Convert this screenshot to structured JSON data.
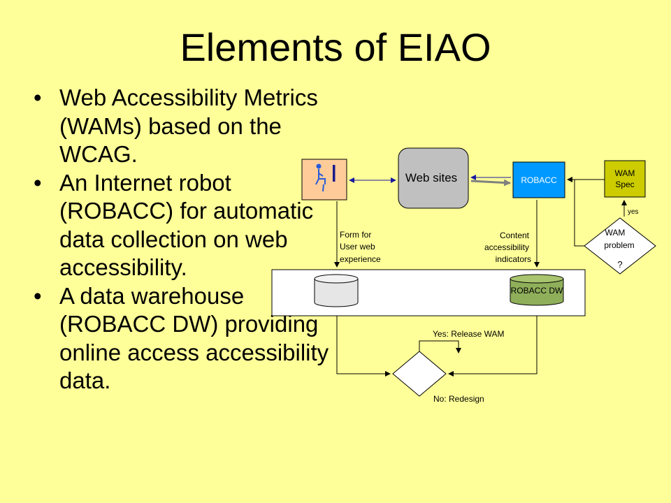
{
  "title": "Elements of EIAO",
  "bullets": [
    " Web Accessibility Metrics (WAMs) based on the WCAG.",
    "An Internet robot (ROBACC) for automatic data collection on web accessibility.",
    "A data warehouse (ROBACC DW) providing online access accessibility data."
  ],
  "diagram": {
    "web_sites": "Web sites",
    "robacc": "ROBACC",
    "wam_spec": [
      "WAM",
      "Spec"
    ],
    "wam_problem": [
      "WAM",
      "problem",
      "?"
    ],
    "yes": "yes",
    "form_label": [
      "Form for",
      "User web",
      "experience"
    ],
    "content_label": [
      "Content",
      "accessibility",
      "indicators"
    ],
    "robacc_dw": "ROBACC DW",
    "yes_release": "Yes: Release WAM",
    "no_redesign": "No: Redesign"
  }
}
